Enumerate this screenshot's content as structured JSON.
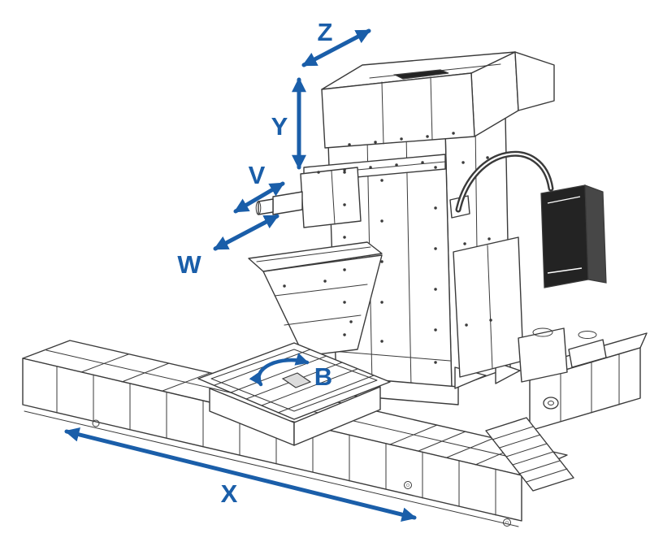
{
  "diagram": {
    "axis_labels": {
      "z": "Z",
      "y": "Y",
      "v": "V",
      "w": "W",
      "b": "B",
      "x": "X"
    }
  },
  "colors": {
    "accent": "#1a5ea9",
    "line": "#3a3a3a",
    "dark": "#232323",
    "bg": "#ffffff"
  }
}
